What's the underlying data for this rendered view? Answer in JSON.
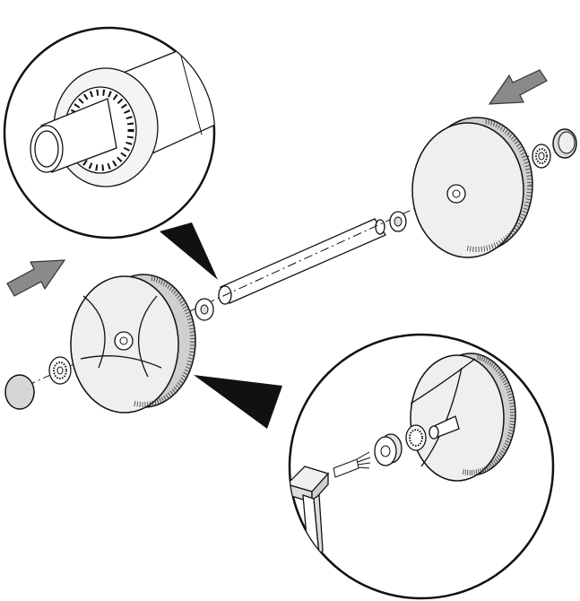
{
  "diagram": {
    "kind": "exploded-assembly-illustration",
    "colors": {
      "line": "#111111",
      "face": "#ebebeb",
      "tread": "#cfcfcf",
      "arrow": "#8a8a8a",
      "callout": "#111111",
      "cap": "#d6d6d6"
    },
    "parts": [
      "detail-callout-top",
      "detail-callout-bottom",
      "right-wheel",
      "left-wheel",
      "axle",
      "left-washer",
      "right-washer",
      "left-bearing",
      "right-bearing",
      "left-hubcap",
      "right-hubcap",
      "push-arrow-left",
      "push-arrow-right",
      "tool-handle",
      "brush-tip",
      "bushing"
    ]
  }
}
